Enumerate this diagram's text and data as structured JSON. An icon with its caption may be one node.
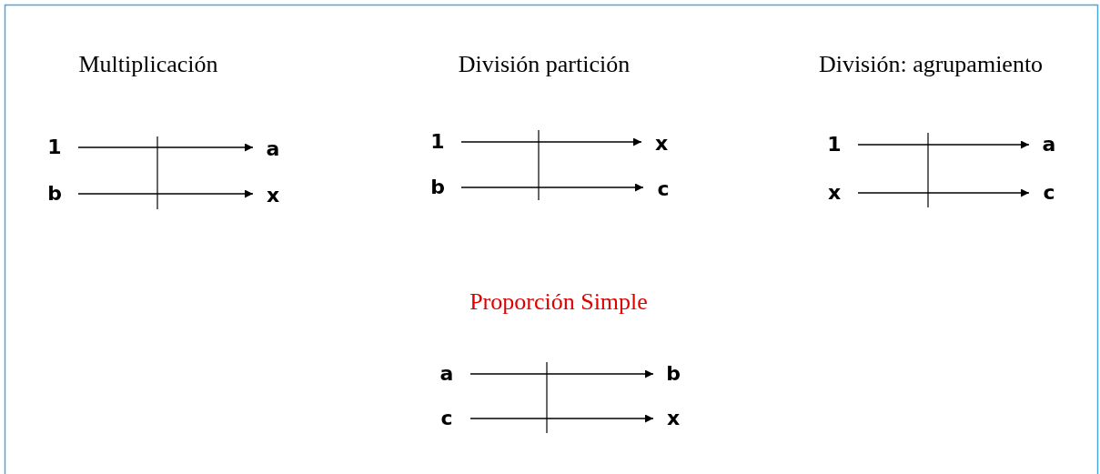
{
  "diagram": {
    "nodes": [
      {
        "text": [
          "1"
        ]
      },
      {
        "text": [
          "a"
        ]
      },
      {
        "text": [
          "b"
        ]
      },
      {
        "text": [
          "x"
        ]
      },
      {
        "text": [
          "1"
        ]
      },
      {
        "text": [
          "x"
        ]
      },
      {
        "text": [
          "b"
        ]
      },
      {
        "text": [
          "c"
        ]
      },
      {
        "text": [
          "1"
        ]
      },
      {
        "text": [
          "a"
        ]
      },
      {
        "text": [
          "x"
        ]
      },
      {
        "text": [
          "c"
        ]
      },
      {
        "text": [
          "a"
        ]
      },
      {
        "text": [
          "b"
        ]
      },
      {
        "text": [
          "c"
        ]
      },
      {
        "text": [
          "x"
        ]
      }
    ],
    "edges": [
      {
        "from": 0,
        "to": 1,
        "arrow": "to"
      },
      {
        "from": 2,
        "to": 3,
        "arrow": "to"
      },
      {
        "from": 4,
        "to": 5,
        "arrow": "to"
      },
      {
        "from": 6,
        "to": 7,
        "arrow": "to"
      },
      {
        "from": 8,
        "to": 9,
        "arrow": "to"
      },
      {
        "from": 10,
        "to": 11,
        "arrow": "to"
      },
      {
        "from": 12,
        "to": 13,
        "arrow": "to"
      },
      {
        "from": 14,
        "to": 15,
        "arrow": "to"
      }
    ],
    "labels": [
      "Multiplicación",
      "División partición",
      "División: agrupamiento",
      "Proporción Simple"
    ]
  }
}
